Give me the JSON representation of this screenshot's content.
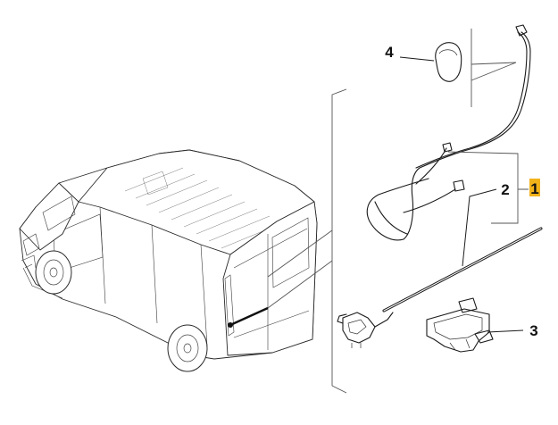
{
  "diagram": {
    "callouts": [
      {
        "id": "1",
        "label": "1",
        "highlighted": true
      },
      {
        "id": "2",
        "label": "2",
        "highlighted": false
      },
      {
        "id": "3",
        "label": "3",
        "highlighted": false
      },
      {
        "id": "4",
        "label": "4",
        "highlighted": false
      }
    ],
    "highlight_color": "#f2b21a"
  }
}
